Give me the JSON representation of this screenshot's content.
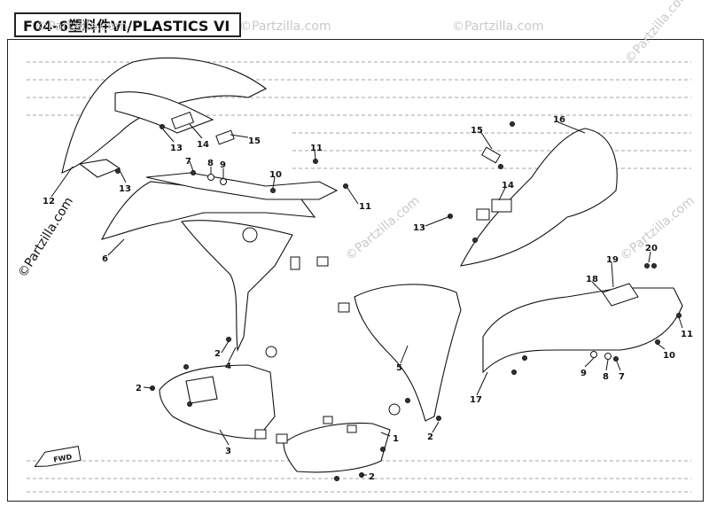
{
  "title": "F04-6塑料件VI/PLASTICS VI",
  "watermarks": {
    "side": "©Partzilla.com",
    "repeat": "©Partzilla.com"
  },
  "fwd_label": "FWD",
  "callouts": [
    "1",
    "2",
    "3",
    "4",
    "5",
    "6",
    "7",
    "8",
    "9",
    "10",
    "11",
    "12",
    "13",
    "14",
    "15",
    "16",
    "17",
    "18",
    "19",
    "20"
  ]
}
